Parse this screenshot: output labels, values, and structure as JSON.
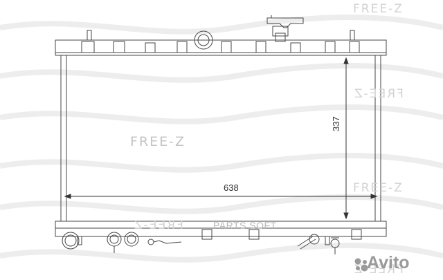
{
  "drawing": {
    "width_dimension": "638",
    "height_dimension": "337",
    "line_color": "#444444",
    "watermark_color": "#d0d0d0"
  },
  "watermarks": {
    "brand": "FREE-Z",
    "brand_mirrored": "FREE-Z",
    "parts_soft": "PARTS SOFT"
  },
  "avito": {
    "label": "Avito",
    "dot_colors": [
      "#9a9a9a",
      "#9a9a9a",
      "#9a9a9a",
      "#9a9a9a"
    ]
  }
}
